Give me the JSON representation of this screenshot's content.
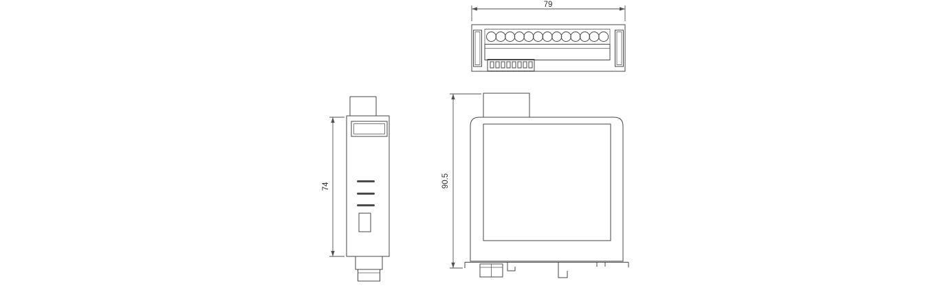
{
  "meta": {
    "drawing_type": "technical-dimension-drawing",
    "background_color": "#ffffff",
    "line_color": "#454545"
  },
  "dimensions": {
    "top_view_width": "79",
    "side_view_height": "74",
    "front_view_height": "90.5"
  }
}
